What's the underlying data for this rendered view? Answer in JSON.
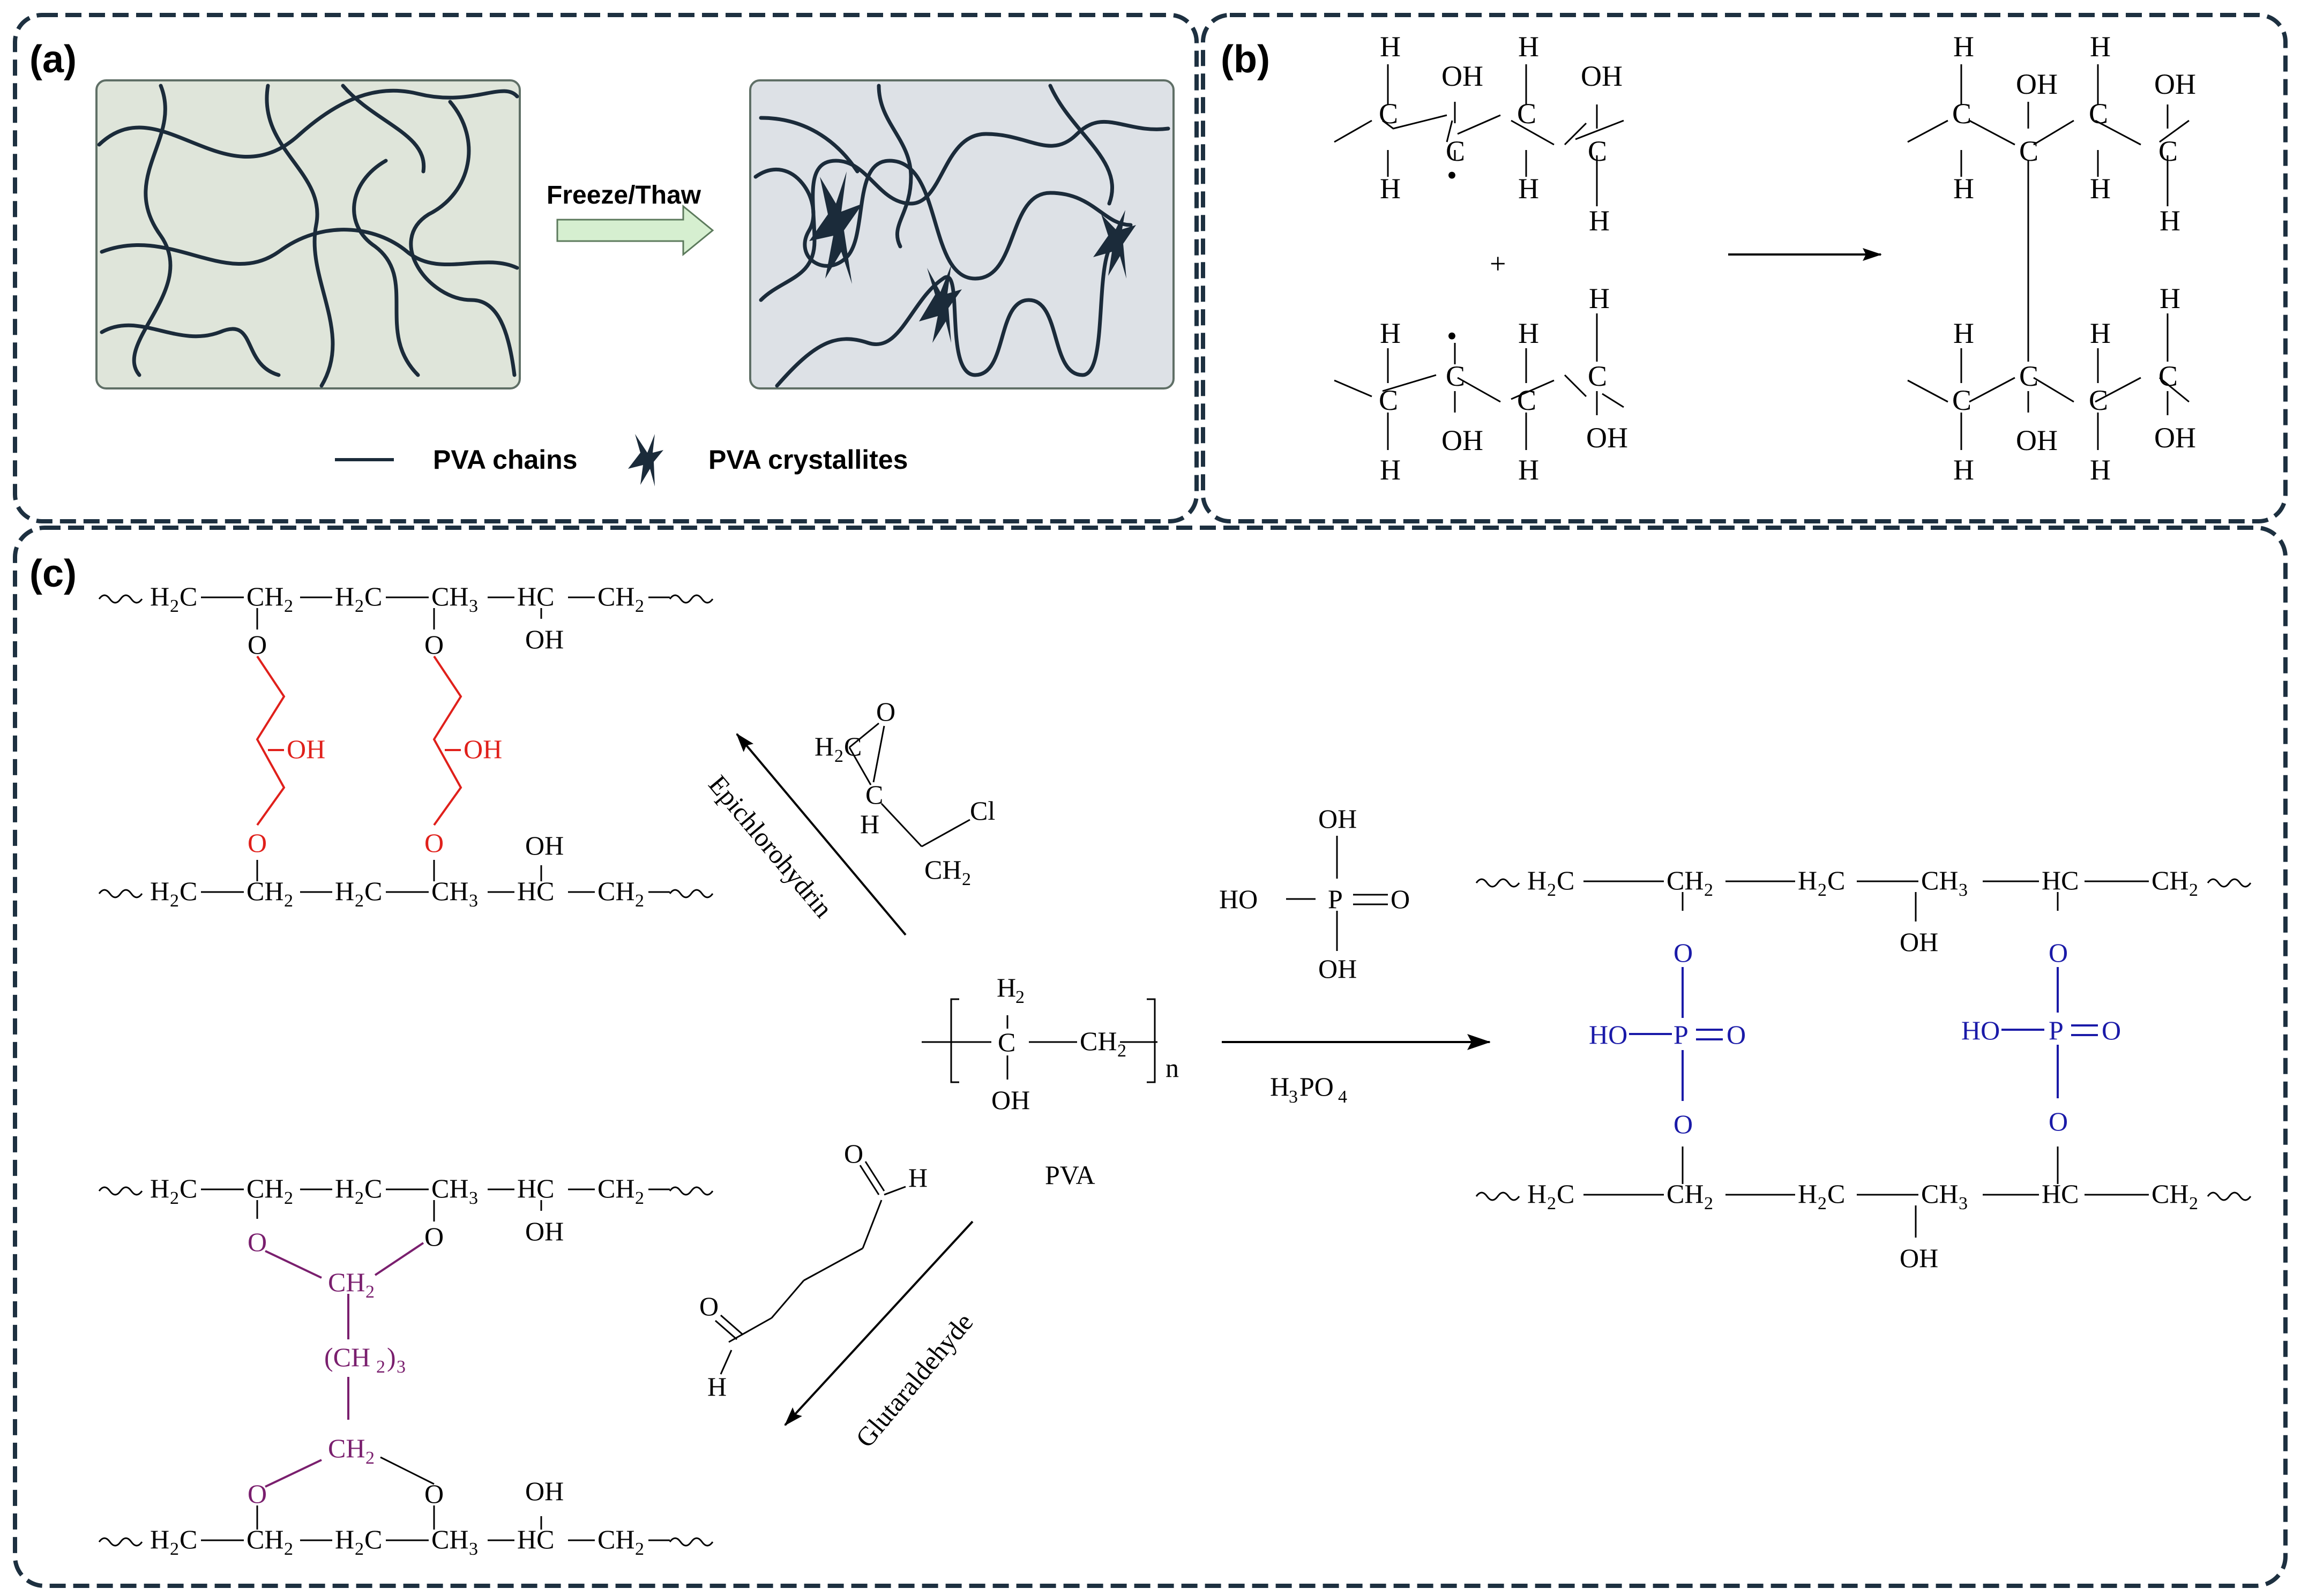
{
  "panel_a": {
    "label": "(a)",
    "arrow_label": "Freeze/Thaw",
    "legend_chains": "PVA chains",
    "legend_crystallites": "PVA crystallites",
    "colors": {
      "box_fill_left": "#dfe5da",
      "box_fill_right": "#dde1e6",
      "chain": "#1b2b3a",
      "arrow_fill": "#d6efd0"
    }
  },
  "panel_b": {
    "label": "(b)",
    "plus": "+",
    "H": "H",
    "C": "C",
    "OH": "OH",
    "radical": "•"
  },
  "panel_c": {
    "label": "(c)",
    "pva_label": "PVA",
    "n": "n",
    "epichlorohydrin_label": "Epichlorohydrin",
    "glutaraldehyde_label": "Glutaraldehyde",
    "h3po4_main": "H",
    "h3po4_sub3": "3",
    "h3po4_po": "PO",
    "h3po4_sub4": "4",
    "cl": "Cl",
    "o": "O",
    "p": "P",
    "ho": "HO",
    "oh": "OH",
    "h": "H",
    "h2c": "H",
    "ch2": "CH",
    "ch3": "CH",
    "hc": "HC",
    "sub2": "2",
    "sub3": "3",
    "ch2_3": "(CH",
    "ch2_3_tail": ")",
    "colors": {
      "epichlorohydrin": "#e0201b",
      "glutaraldehyde": "#7a1f6e",
      "phosphate": "#1a1aa8"
    }
  }
}
